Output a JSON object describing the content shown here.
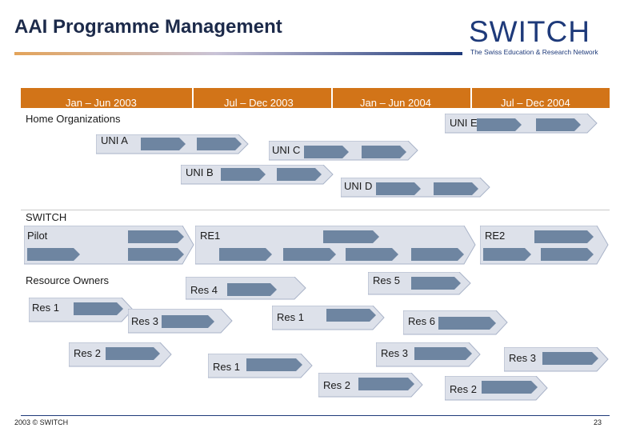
{
  "header": {
    "title": "AAI Programme Management",
    "logo_text": "SWITCH",
    "logo_tagline": "The Swiss Education & Research Network"
  },
  "timeline": [
    "Jan – Jun 2003",
    "Jul – Dec 2003",
    "Jan – Jun 2004",
    "Jul – Dec 2004"
  ],
  "sections": {
    "home": "Home Organizations",
    "switch": "SWITCH",
    "pilot": "Pilot",
    "resource_owners": "Resource Owners"
  },
  "labels": {
    "uni_a": "UNI A",
    "uni_b": "UNI B",
    "uni_c": "UNI C",
    "uni_d": "UNI D",
    "uni_e": "UNI E",
    "re1": "RE1",
    "re2": "RE2",
    "res4": "Res 4",
    "res5": "Res 5",
    "res1_a": "Res 1",
    "res3_a": "Res 3",
    "res1_b": "Res 1",
    "res6": "Res 6",
    "res2_a": "Res 2",
    "res1_c": "Res 1",
    "res3_b": "Res 3",
    "res3_c": "Res 3",
    "res2_b": "Res 2",
    "res2_c": "Res 2"
  },
  "footer": {
    "copyright": "2003 © SWITCH",
    "page": "23"
  },
  "colors": {
    "orange": "#d27418",
    "bar_fill": "#dde1ea",
    "bar_edge": "#a9b3c8",
    "arrow": "#5b7494",
    "navy": "#1e3a7a"
  }
}
